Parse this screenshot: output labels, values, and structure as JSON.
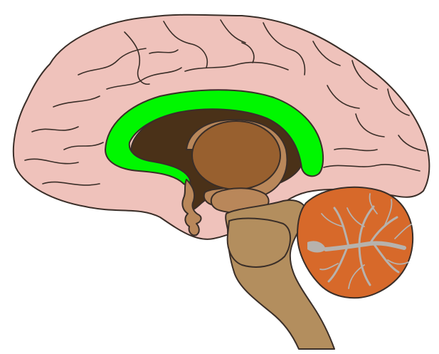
{
  "colors": {
    "background": "#ffffff",
    "cortex": "#efc2bb",
    "outline": "#3a2e28",
    "corpus_callosum_highlight": "#00f700",
    "ventricle_dark": "#4a3118",
    "thalamus": "#98602f",
    "diencephalon": "#b9875a",
    "brainstem": "#b38e5e",
    "cerebellum": "#d7692a",
    "arbor_vitae": "#b7b2ad"
  },
  "regions": [
    {
      "name": "cerebral-cortex",
      "color_key": "cortex"
    },
    {
      "name": "corpus-callosum",
      "color_key": "corpus_callosum_highlight",
      "highlighted": true
    },
    {
      "name": "lateral-ventricle",
      "color_key": "ventricle_dark"
    },
    {
      "name": "thalamus",
      "color_key": "thalamus"
    },
    {
      "name": "hypothalamus-pituitary",
      "color_key": "diencephalon"
    },
    {
      "name": "brainstem",
      "color_key": "brainstem"
    },
    {
      "name": "cerebellum",
      "color_key": "cerebellum"
    },
    {
      "name": "arbor-vitae",
      "color_key": "arbor_vitae"
    }
  ]
}
